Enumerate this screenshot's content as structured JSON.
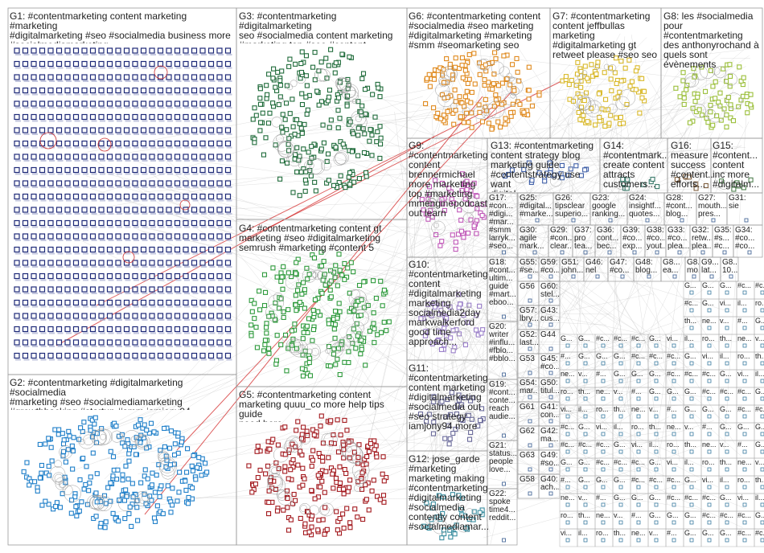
{
  "groups": [
    {
      "id": "g1",
      "label": "G1: #contentmarketing content marketing #marketing\n#digitalmarketing #seo #socialmedia business more\n#socialmediamarketing",
      "color": "#1e2a78",
      "kind": "grid"
    },
    {
      "id": "g2",
      "label": "G2: #contentmarketing #digitalmarketing #socialmedia\n#marketing #seo #socialmediamarketing\n#growthhacking #startup #smm iamjony94",
      "color": "#1f7fc9",
      "kind": "cluster"
    },
    {
      "id": "g3",
      "label": "G3: #contentmarketing #digitalmarketing\nseo #socialmedia content marketing\n#marketing top #seo #content",
      "color": "#1f6b3a",
      "kind": "cluster"
    },
    {
      "id": "g4",
      "label": "G4: #contentmarketing content gt\nmarketing #seo #digitalmarketing\nsemrush #marketing #content 5",
      "color": "#2e9a3c",
      "kind": "cluster"
    },
    {
      "id": "g5",
      "label": "G5: #contentmarketing content\nmarketing quuu_co more help tips guide\nneed here",
      "color": "#a3191e",
      "kind": "cluster"
    },
    {
      "id": "g6",
      "label": "G6: #contentmarketing content\n#socialmedia #seo marketing\n#digitalmarketing #marketing\n#smm #seomarketing seo",
      "color": "#e08a1e",
      "kind": "cluster"
    },
    {
      "id": "g7",
      "label": "G7: #contentmarketing\ncontent jeffbullas\nmarketing\n#digitalmarketing gt\nretweet please #seo seo",
      "color": "#d9b92a",
      "kind": "cluster"
    },
    {
      "id": "g8",
      "label": "G8: les #socialmedia\npour\n#contentmarketing\ndes anthonyrochand à\nquels sont\névènements",
      "color": "#9bbf3a",
      "kind": "cluster"
    },
    {
      "id": "g9",
      "label": "G9:\n#contentmarketing\ncontent\nbrennermichael\nmore marketing\ntop #marketing\nmmenginepodcast\nout learn",
      "color": "#c058b8",
      "kind": "cluster"
    },
    {
      "id": "g10",
      "label": "G10:\n#contentmarketing\ncontent\n#digitalmarketing\nmarketing\nsocialmedia2day\nmarkwalkerford\ngood time\napproach...",
      "color": "#9a7fc9",
      "kind": "cluster"
    },
    {
      "id": "g11",
      "label": "G11:\n#contentmarketing\ncontent marketing\n#digitalmarketing\n#socialmedia out\n#seo strategy\niamjony94 more",
      "color": "#6a6a9a",
      "kind": "cluster"
    },
    {
      "id": "g12",
      "label": "G12: jose_garde\n#marketing\nmarketing making\n#contentmarketing\n#digitalmarketing\n#socialmedia\ncontently content\n#socialmediamar...",
      "color": "#3a8ea0",
      "kind": "cluster"
    },
    {
      "id": "g13",
      "label": "G13: #contentmarketing\ncontent strategy blog\nmarketing guide\n#contentstrategy use want\ndigital",
      "color": "#4060a8",
      "kind": "cluster"
    },
    {
      "id": "g14",
      "label": "G14:\n#contentmark...\ncreate content\nattracts\ncustomers...",
      "color": "#3a7a6a",
      "kind": "cluster"
    },
    {
      "id": "g15",
      "label": "G15:\n#content...\ncontent\ninc more\n#digitalm...",
      "color": "#508050",
      "kind": "cluster"
    },
    {
      "id": "g16",
      "label": "G16:\nmeasure\nsuccess\n#content...\nefforts...",
      "color": "#806040",
      "kind": "cluster"
    }
  ],
  "small_groups": [
    {
      "label": "G17:\n#con...\n#digi...\n#mar...\n#smm\nlarryk...\n#seo..."
    },
    {
      "label": "G25:\n#digital...\n#marke..."
    },
    {
      "label": "G26:\ntipsclear\nsuperio..."
    },
    {
      "label": "G23:\ngoogle\nranking..."
    },
    {
      "label": "G24:\ninsightf...\nquotes..."
    },
    {
      "label": "G28:\n#cont...\nblog..."
    },
    {
      "label": "G27:\nmouth...\npres..."
    },
    {
      "label": "G31:\nsie"
    },
    {
      "label": "G30:\nagile\nmark..."
    },
    {
      "label": "G29:\n#con...\nclear..."
    },
    {
      "label": "G37:\npro\ntea..."
    },
    {
      "label": "G36:\ncont...\nbec..."
    },
    {
      "label": "G39:\n#co...\nexp..."
    },
    {
      "label": "G38:\n#co...\nyout..."
    },
    {
      "label": "G33:\n#co...\nplea..."
    },
    {
      "label": "G32:\nretw...\nplea..."
    },
    {
      "label": "G35:\n#s...\n#c..."
    },
    {
      "label": "G34:\n#co...\n#co..."
    },
    {
      "label": "G18:\n#cont...\nultim...\nguide\n#mart...\neboo..."
    },
    {
      "label": "G55:\n#se..."
    },
    {
      "label": "G59:\n#co..."
    },
    {
      "label": "G51:\njohn..."
    },
    {
      "label": "G46:\nnel"
    },
    {
      "label": "G47:\n#co..."
    },
    {
      "label": "G48:\nblog..."
    },
    {
      "label": "G8...\nea..."
    },
    {
      "label": "G8...\nmo..."
    },
    {
      "label": "G9...\nlat..."
    },
    {
      "label": "G8...\n10..."
    },
    {
      "label": "G56"
    },
    {
      "label": "G60:\nstel..."
    },
    {
      "label": "G57:\nlbry..."
    },
    {
      "label": "G43:\ncus..."
    },
    {
      "label": "G20:\nwriter\n#influ...\n#fblo...\n#bblo..."
    },
    {
      "label": "G52:\nlast..."
    },
    {
      "label": "G44"
    },
    {
      "label": "G53"
    },
    {
      "label": "G45:\n#co..."
    },
    {
      "label": "G19:\n#cont...\nconte...\nreach\naudie..."
    },
    {
      "label": "G54:\nmar..."
    },
    {
      "label": "G50:\ntitul..."
    },
    {
      "label": "G61"
    },
    {
      "label": "G41:\ncon..."
    },
    {
      "label": "G21:\nstatus...\npeople\nlove..."
    },
    {
      "label": "G62"
    },
    {
      "label": "G42:\nma..."
    },
    {
      "label": "G63"
    },
    {
      "label": "G49:\n#so..."
    },
    {
      "label": "G22:\nspoke\ntime4...\nreddit..."
    },
    {
      "label": "G58"
    },
    {
      "label": "G40:\nach..."
    }
  ],
  "micro_labels": [
    "G...",
    "G...",
    "G...",
    "#c...",
    "#c...",
    "#c...",
    "G...",
    "vi...",
    "il...",
    "ro...",
    "th...",
    "ne...",
    "v...",
    "#..."
  ]
}
